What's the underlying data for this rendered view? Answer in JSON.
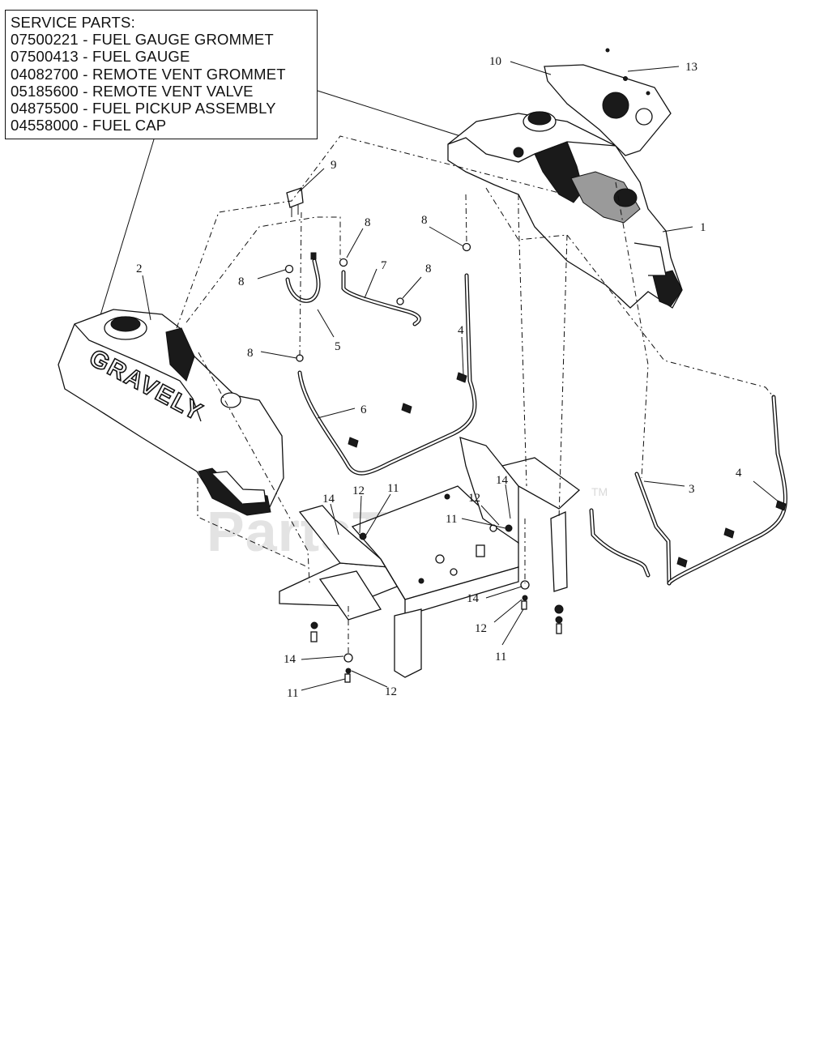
{
  "service_parts": {
    "heading": "SERVICE PARTS:",
    "items": [
      "07500221 - FUEL GAUGE GROMMET",
      "07500413 - FUEL GAUGE",
      "04082700 - REMOTE VENT GROMMET",
      "05185600 - REMOTE VENT VALVE",
      "04875500 - FUEL PICKUP ASSEMBLY",
      "04558000 - FUEL CAP"
    ]
  },
  "brand_label": "GRAVELY",
  "watermark": {
    "text": "PartsTree",
    "trademark": "TM"
  },
  "callouts": {
    "c1": "1",
    "c2": "2",
    "c3": "3",
    "c4a": "4",
    "c4b": "4",
    "c5": "5",
    "c6": "6",
    "c7": "7",
    "c8a": "8",
    "c8b": "8",
    "c8c": "8",
    "c8d": "8",
    "c8e": "8",
    "c9": "9",
    "c10": "10",
    "c11a": "11",
    "c11b": "11",
    "c11c": "11",
    "c11d": "11",
    "c12a": "12",
    "c12b": "12",
    "c12c": "12",
    "c12d": "12",
    "c13": "13",
    "c14a": "14",
    "c14b": "14",
    "c14c": "14",
    "c14d": "14"
  }
}
